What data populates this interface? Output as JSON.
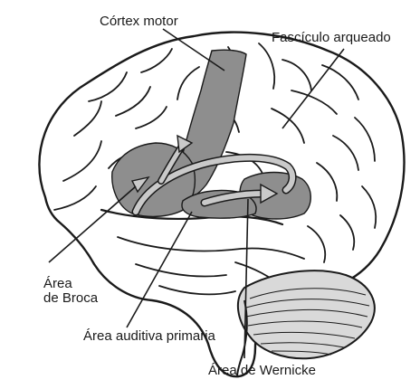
{
  "labels": {
    "motor_cortex": "Córtex motor",
    "arcuate_fasciculus": "Fascículo arqueado",
    "broca_line1": "Área",
    "broca_line2": "de Broca",
    "primary_auditory": "Área auditiva primaria",
    "wernicke": "Área de Wernicke"
  },
  "colors": {
    "ink": "#1a1a1a",
    "region_fill": "#8e8e8e",
    "arrow_fill": "#c9c9c9",
    "paper": "#ffffff",
    "cerebellum_fill": "#d9d9d9"
  }
}
